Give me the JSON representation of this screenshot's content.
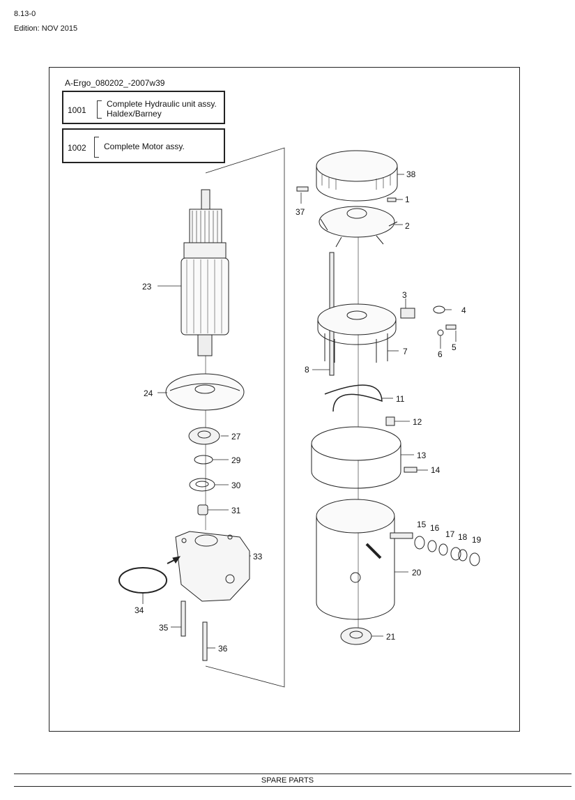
{
  "header": {
    "page_number": "8.13-0",
    "edition": "Edition: NOV 2015"
  },
  "drawing": {
    "id": "A-Ergo_080202_-2007w39",
    "assemblies": [
      {
        "code": "1001",
        "lines": [
          "Complete Hydraulic unit assy.",
          "Haldex/Barney"
        ]
      },
      {
        "code": "1002",
        "lines": [
          "Complete Motor assy."
        ]
      }
    ],
    "part_labels": [
      "38",
      "1",
      "37",
      "2",
      "3",
      "4",
      "5",
      "6",
      "7",
      "8",
      "11",
      "12",
      "13",
      "14",
      "15",
      "16",
      "17",
      "18",
      "19",
      "20",
      "21",
      "23",
      "24",
      "27",
      "29",
      "30",
      "31",
      "33",
      "34",
      "35",
      "36"
    ]
  },
  "footer": {
    "section_title": "SPARE PARTS"
  }
}
